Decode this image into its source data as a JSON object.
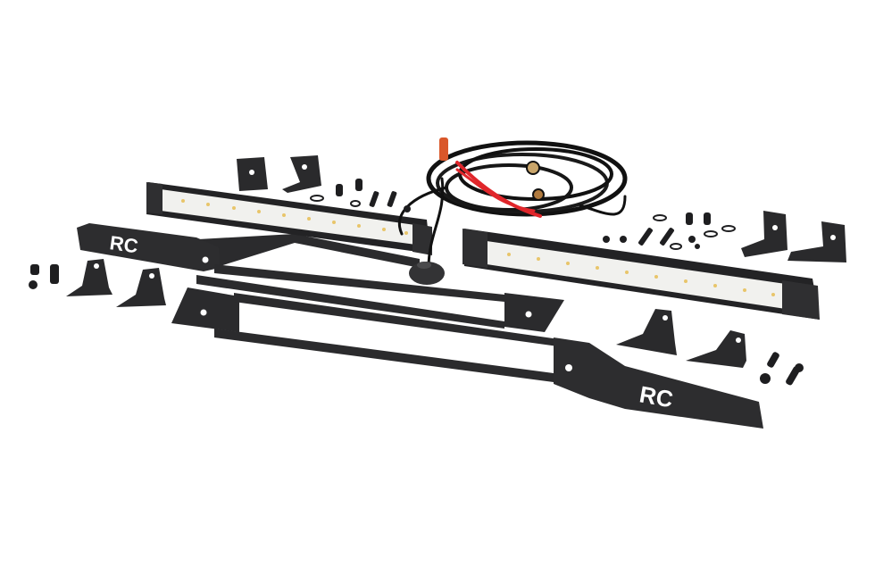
{
  "image": {
    "description": "Product photo of a dual LED light bar grille mount kit with wiring harness, switch, mounting brackets, bolts and washers on white background",
    "background_color": "#ffffff"
  },
  "logos": {
    "left_bracket_logo": "RC",
    "right_bracket_logo": "RC"
  },
  "components": {
    "light_bars": [
      {
        "name": "left-led-light-bar",
        "led_count": 10
      },
      {
        "name": "right-led-light-bar",
        "led_count": 10
      }
    ],
    "wiring_harness": {
      "wire_colors": [
        "#111111",
        "#e0262b"
      ],
      "connector_color": "#d9572a",
      "ring_terminal_color": "#c9a56a"
    },
    "mount_brackets": 2,
    "l_brackets": 8,
    "hardware": "bolts, nuts and washers"
  },
  "colors": {
    "metal": "#2b2b2d",
    "metal_highlight": "#4a4a4c",
    "led_lens": "#f1f1ee",
    "led_amber": "#e8c56a",
    "wire_red": "#e0262b"
  }
}
